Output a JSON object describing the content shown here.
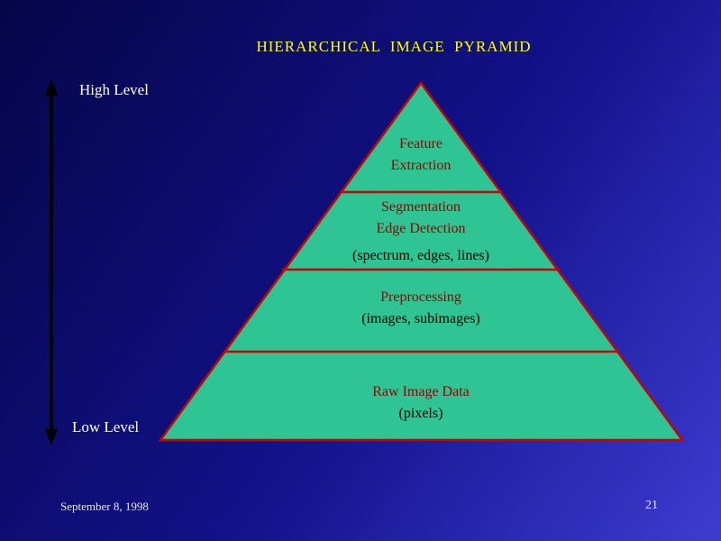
{
  "slide": {
    "title": "HIERARCHICAL  IMAGE  PYRAMID",
    "scale": {
      "high_label": "High Level",
      "low_label": "Low Level"
    },
    "pyramid": {
      "levels": [
        {
          "lines": [
            "Feature",
            "Extraction"
          ],
          "subtitle": ""
        },
        {
          "lines": [
            "Segmentation",
            "Edge Detection"
          ],
          "subtitle": "(spectrum, edges, lines)"
        },
        {
          "lines": [
            "Preprocessing"
          ],
          "subtitle": "(images, subimages)"
        },
        {
          "lines": [
            "Raw Image Data"
          ],
          "subtitle": "(pixels)"
        }
      ]
    },
    "footer": {
      "date": "September 8, 1998",
      "page_number": "21"
    }
  },
  "colors": {
    "background_top_left": "#050548",
    "background_bottom_right": "#3c3cd2",
    "title": "#ffff00",
    "pyramid_fill": "#2fc493",
    "pyramid_border": "#cc0000",
    "level_text": "#990000",
    "subtitle_text": "#000000",
    "axis_label": "#ffffff",
    "arrow": "#000000",
    "footer_text": "#e6e6e6"
  }
}
